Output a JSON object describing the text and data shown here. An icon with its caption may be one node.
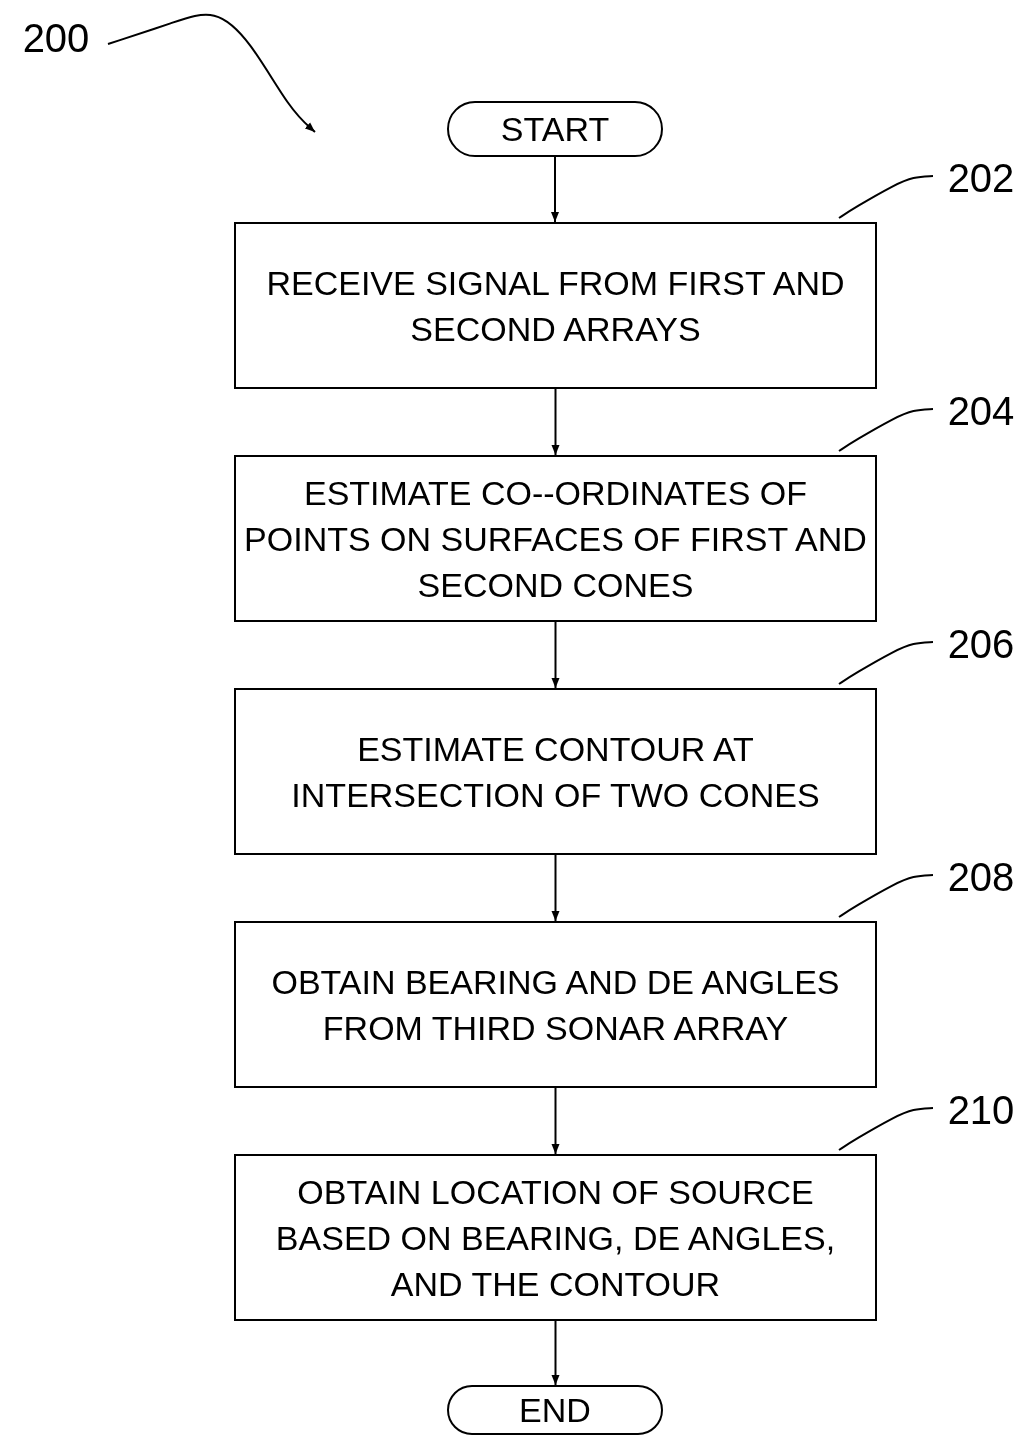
{
  "diagram": {
    "nodes": [
      {
        "text": [
          "200"
        ]
      },
      {
        "text": [
          "START"
        ]
      },
      {
        "text": [
          "202"
        ]
      },
      {
        "text": [
          "RECEIVE SIGNAL FROM  FIRST AND SECOND ARRAYS"
        ]
      },
      {
        "text": [
          "204"
        ]
      },
      {
        "text": [
          "ESTIMATE CO--ORDINATES OF POINTS ON SURFACES OF FIRST AND SECOND CONES"
        ]
      },
      {
        "text": [
          "206"
        ]
      },
      {
        "text": [
          "ESTIMATE CONTOUR AT INTERSECTION OF TWO CONES"
        ]
      },
      {
        "text": [
          "208"
        ]
      },
      {
        "text": [
          "OBTAIN BEARING AND DE ANGLES FROM THIRD SONAR ARRAY"
        ]
      },
      {
        "text": [
          "210"
        ]
      },
      {
        "text": [
          "OBTAIN LOCATION OF SOURCE BASED ON BEARING, DE ANGLES, AND THE CONTOUR"
        ]
      },
      {
        "text": [
          "END"
        ]
      }
    ],
    "edges": [
      {
        "from": 0,
        "to": null,
        "arrow": "to"
      },
      {
        "from": 1,
        "to": 3,
        "arrow": "to"
      },
      {
        "from": 2,
        "to": 3,
        "arrow": "none"
      },
      {
        "from": 3,
        "to": 5,
        "arrow": "to"
      },
      {
        "from": 4,
        "to": 5,
        "arrow": "none"
      },
      {
        "from": 5,
        "to": 7,
        "arrow": "to"
      },
      {
        "from": 6,
        "to": 7,
        "arrow": "none"
      },
      {
        "from": 7,
        "to": 9,
        "arrow": "to"
      },
      {
        "from": 8,
        "to": 9,
        "arrow": "none"
      },
      {
        "from": 9,
        "to": 11,
        "arrow": "to"
      },
      {
        "from": 10,
        "to": 11,
        "arrow": "none"
      },
      {
        "from": 11,
        "to": 12,
        "arrow": "to"
      }
    ]
  }
}
